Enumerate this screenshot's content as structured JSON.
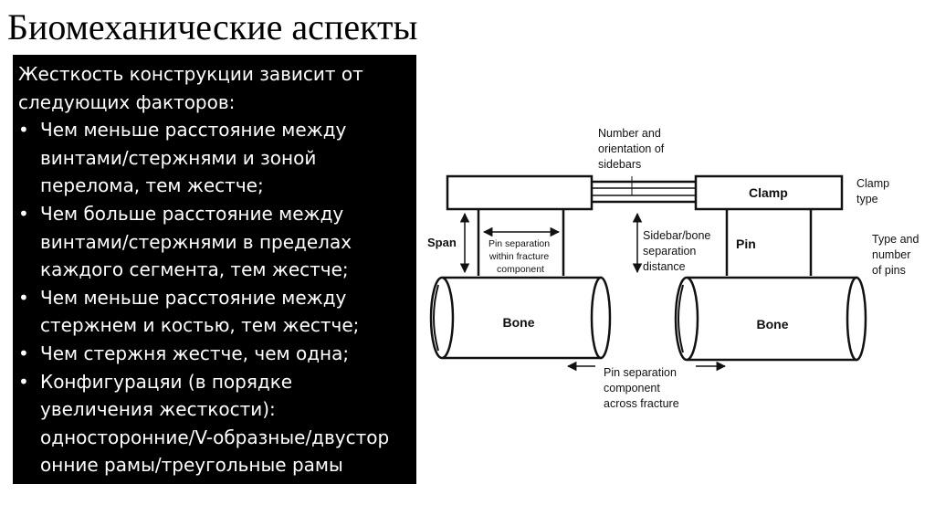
{
  "title": "Биомеханические аспекты",
  "text_box": {
    "intro_lines": [
      "Жесткость конструкции зависит от",
      "следующих факторов:"
    ],
    "bullet_glyph": "•",
    "bullets": [
      {
        "lines": [
          "Чем меньше расстояние между",
          "винтами/стержнями и зоной",
          "перелома, тем жестче;"
        ]
      },
      {
        "lines": [
          "Чем больше расстояние между",
          "винтами/стержнями в пределах",
          "каждого сегмента, тем жестче;"
        ]
      },
      {
        "lines": [
          "Чем меньше расстояние между",
          "стержнем и костью, тем жестче;"
        ]
      },
      {
        "lines": [
          "Чем стержня жестче, чем одна;"
        ]
      },
      {
        "lines": [
          "Конфигурацяи (в порядке",
          "увеличения жесткости):",
          "односторонние/V-образные/двустор",
          "онние рамы/треугольные рамы"
        ]
      }
    ]
  },
  "diagram": {
    "labels": {
      "sidebars": [
        "Number and",
        "orientation of",
        "sidebars"
      ],
      "clamp": "Clamp",
      "clamp_type": [
        "Clamp",
        "type"
      ],
      "span": "Span",
      "pin_sep_within": [
        "Pin separation",
        "within fracture",
        "component"
      ],
      "sidebar_bone": [
        "Sidebar/bone",
        "separation",
        "distance"
      ],
      "pin": "Pin",
      "pins_type": [
        "Type and",
        "number",
        "of pins"
      ],
      "bone_left": "Bone",
      "bone_right": "Bone",
      "pin_sep_across": [
        "Pin separation",
        "component",
        "across  fracture"
      ]
    }
  }
}
